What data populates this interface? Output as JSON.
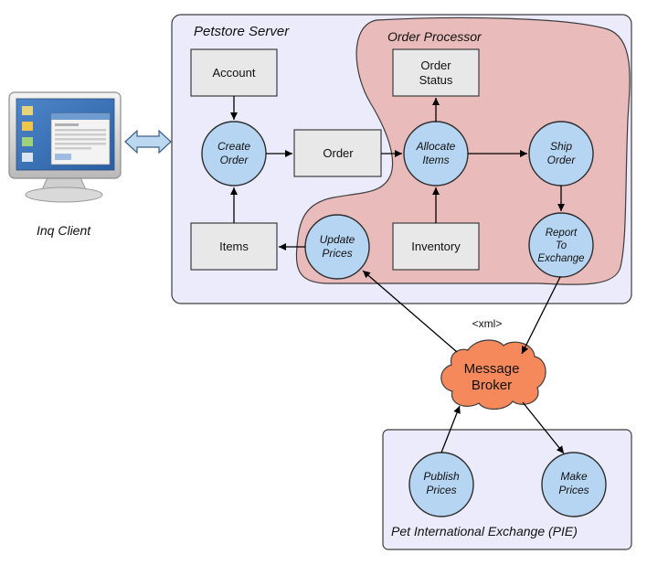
{
  "petstore_server": {
    "title": "Petstore Server"
  },
  "order_processor": {
    "title": "Order Processor"
  },
  "pie": {
    "title": "Pet International Exchange (PIE)"
  },
  "client": {
    "label": "Inq Client"
  },
  "nodes": {
    "account": [
      "Account"
    ],
    "order_status": [
      "Order",
      "Status"
    ],
    "create_order": [
      "Create",
      "Order"
    ],
    "order": [
      "Order"
    ],
    "allocate_items": [
      "Allocate",
      "Items"
    ],
    "ship_order": [
      "Ship",
      "Order"
    ],
    "items": [
      "Items"
    ],
    "update_prices": [
      "Update",
      "Prices"
    ],
    "inventory": [
      "Inventory"
    ],
    "report_to_exchange": [
      "Report",
      "To",
      "Exchange"
    ],
    "message_broker": [
      "Message",
      "Broker"
    ],
    "publish_prices": [
      "Publish",
      "Prices"
    ],
    "make_prices": [
      "Make",
      "Prices"
    ]
  },
  "edge_labels": {
    "xml": "<xml>"
  },
  "colors": {
    "container_fill": "#ebebfb",
    "processor_fill": "#e9bcbb",
    "rect_fill": "#e8e8e8",
    "circle_fill": "#b6d5f3",
    "cloud_fill": "#f5895c",
    "double_arrow_fill": "#bcd7f0"
  }
}
